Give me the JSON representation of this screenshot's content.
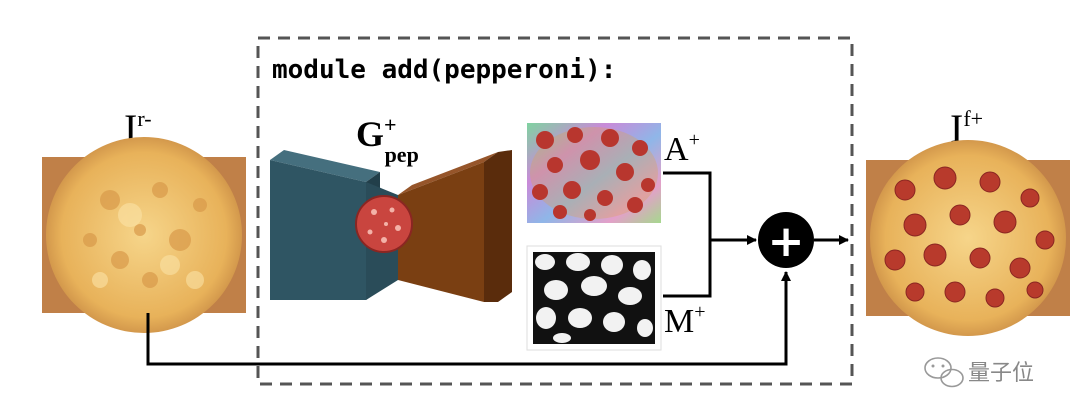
{
  "module": {
    "title": "module add(pepperoni):"
  },
  "input": {
    "label_main": "I",
    "label_sup": "r-"
  },
  "generator": {
    "label_main": "G",
    "label_sup": "+",
    "label_sub": "pep"
  },
  "attention": {
    "label_main": "A",
    "label_sup": "+"
  },
  "mask": {
    "label_main": "M",
    "label_sup": "+"
  },
  "output": {
    "label_main": "I",
    "label_sup": "f+"
  },
  "combine": {
    "symbol": "+"
  },
  "watermark": {
    "text": "量子位"
  },
  "colors": {
    "encoder": "#2f5563",
    "decoder": "#7a3f12",
    "pepperoni": "#c9453f",
    "crust": "#d9a45a",
    "cheese": "#f0c36a",
    "border": "#555555"
  }
}
